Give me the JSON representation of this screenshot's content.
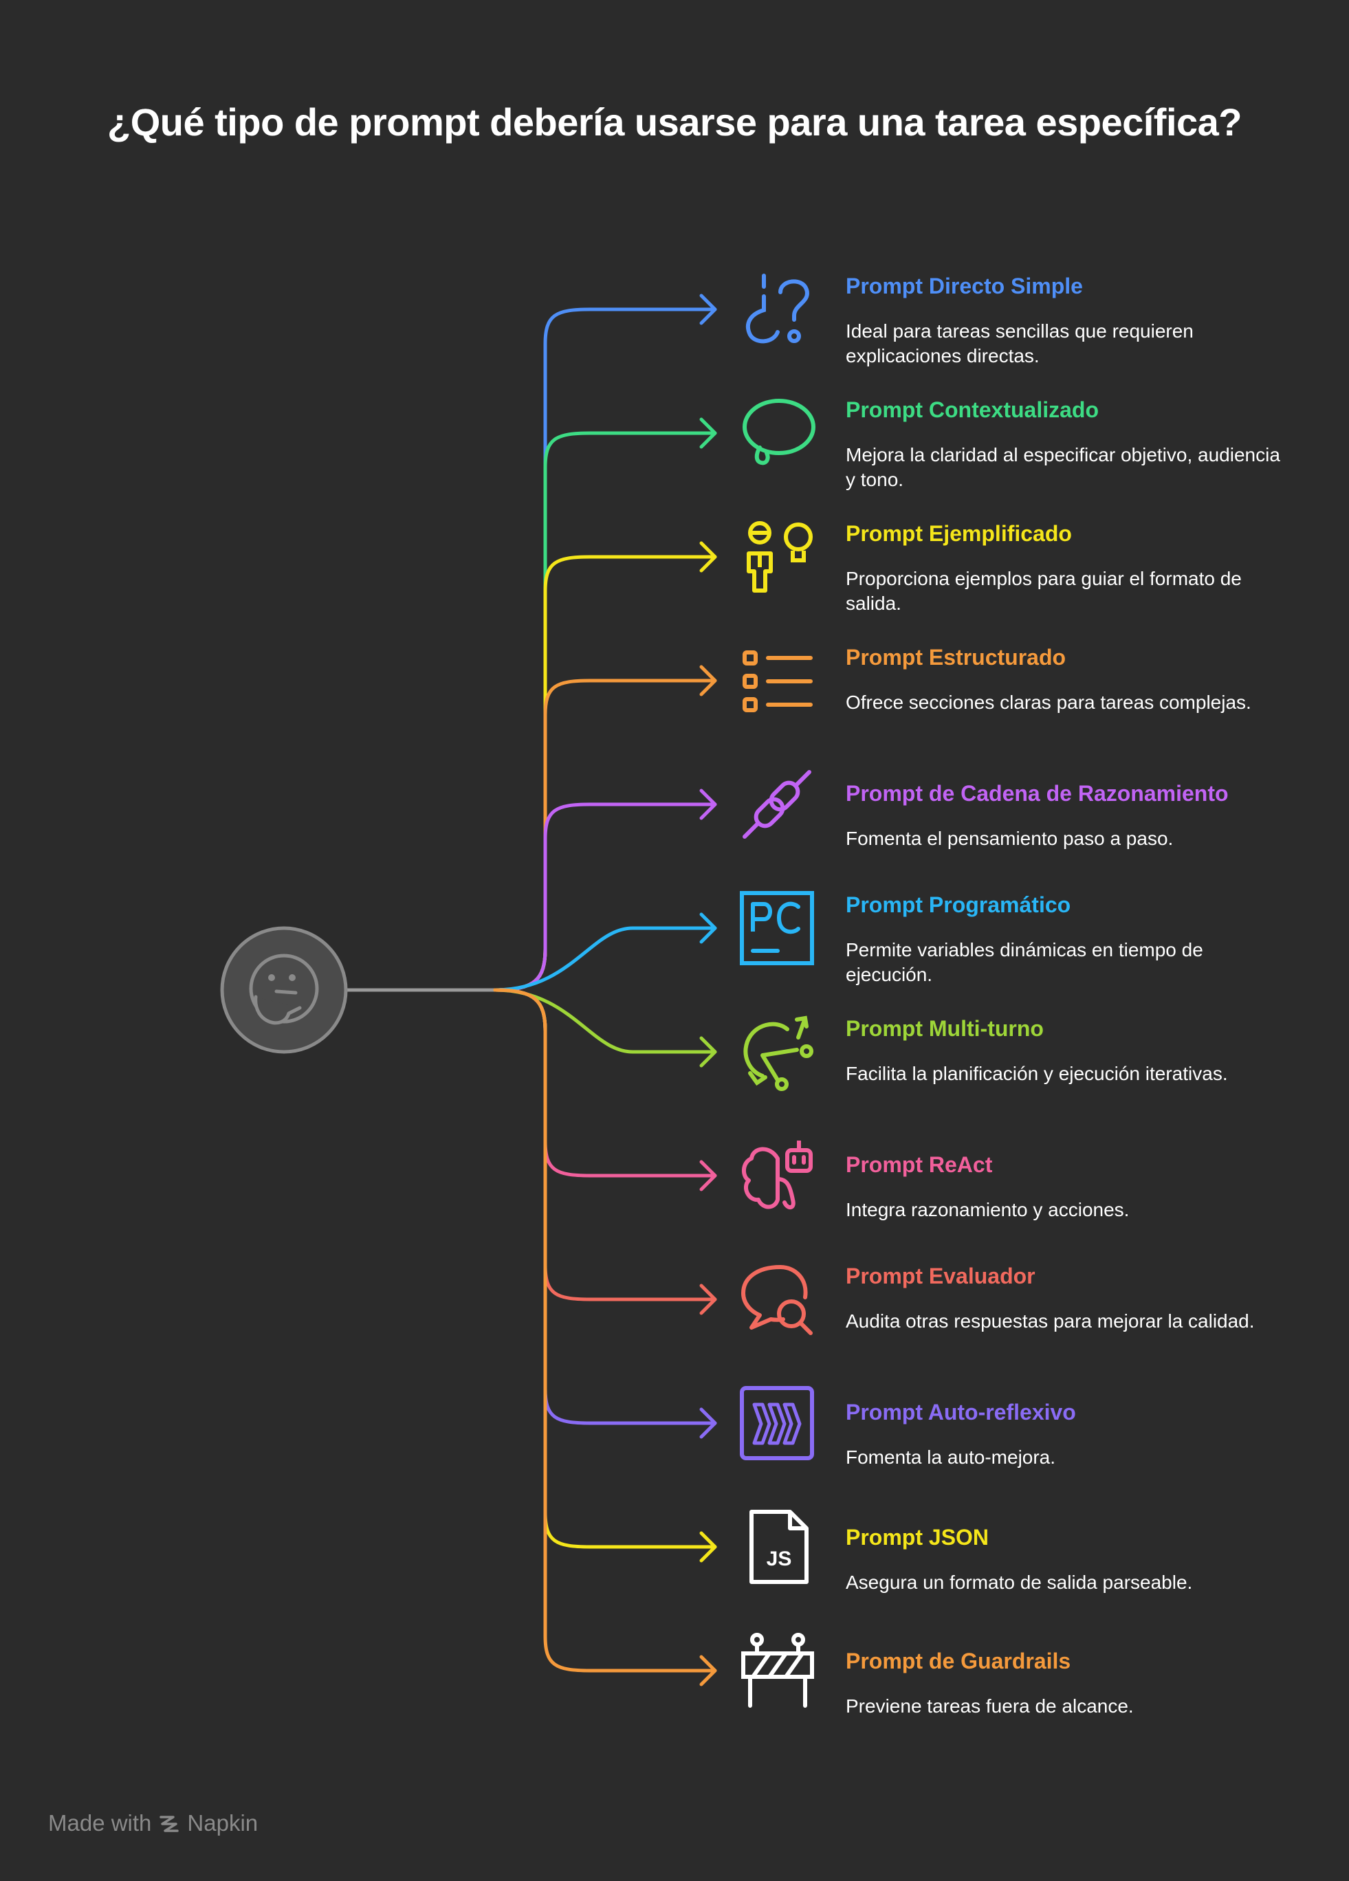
{
  "title": "¿Qué tipo de prompt debería usarse para una tarea específica?",
  "center": {
    "icon": "thinking-face-icon",
    "color": "#8a8a8a"
  },
  "items": [
    {
      "title": "Prompt Directo Simple",
      "description": "Ideal para tareas sencillas que requieren explicaciones directas.",
      "color": "#4f8ff7",
      "icon": "question-marks-icon"
    },
    {
      "title": "Prompt Contextualizado",
      "description": "Mejora la claridad al especificar objetivo, audiencia y tono.",
      "color": "#3ddc84",
      "icon": "speech-bubble-icon"
    },
    {
      "title": "Prompt Ejemplificado",
      "description": "Proporciona ejemplos para guiar el formato de salida.",
      "color": "#f5e61a",
      "icon": "person-idea-icon"
    },
    {
      "title": "Prompt Estructurado",
      "description": "Ofrece secciones claras para tareas complejas.",
      "color": "#f59a3c",
      "icon": "checklist-icon"
    },
    {
      "title": "Prompt de Cadena de Razonamiento",
      "description": "Fomenta el pensamiento paso a paso.",
      "color": "#c264f5",
      "icon": "chain-link-icon"
    },
    {
      "title": "Prompt Programático",
      "description": "Permite variables dinámicas en tiempo de ejecución.",
      "color": "#29b6f6",
      "icon": "pycharm-icon"
    },
    {
      "title": "Prompt Multi-turno",
      "description": "Facilita la planificación y ejecución iterativas.",
      "color": "#9ed638",
      "icon": "strategy-cycle-icon"
    },
    {
      "title": "Prompt ReAct",
      "description": "Integra razonamiento y acciones.",
      "color": "#f2609c",
      "icon": "brain-robot-icon"
    },
    {
      "title": "Prompt Evaluador",
      "description": "Audita otras respuestas para mejorar la calidad.",
      "color": "#f26a5e",
      "icon": "chat-search-icon"
    },
    {
      "title": "Prompt Auto-reflexivo",
      "description": "Fomenta la auto-mejora.",
      "color": "#8a6cf5",
      "icon": "forward-arrows-icon"
    },
    {
      "title": "Prompt JSON",
      "description": "Asegura un formato de salida parseable.",
      "color": "#f5e61a",
      "icon": "js-file-icon"
    },
    {
      "title": "Prompt de Guardrails",
      "description": "Previene tareas fuera de alcance.",
      "color": "#f59a3c",
      "icon": "barrier-icon"
    }
  ],
  "footer": {
    "made_with": "Made with",
    "brand": "Napkin",
    "icon": "napkin-logo-icon"
  }
}
